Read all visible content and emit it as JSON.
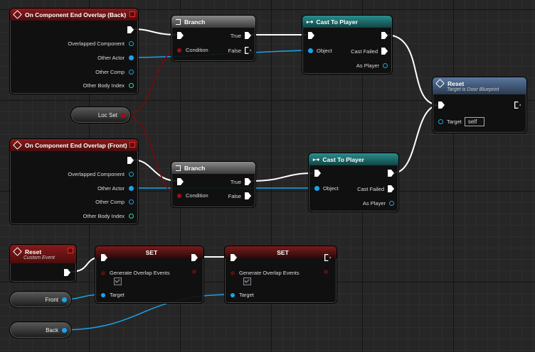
{
  "nodes": {
    "overlap_back": {
      "title": "On Component End Overlap (Back)",
      "pins": [
        "Overlapped Component",
        "Other Actor",
        "Other Comp",
        "Other Body Index"
      ]
    },
    "overlap_front": {
      "title": "On Component End Overlap (Front)",
      "pins": [
        "Overlapped Component",
        "Other Actor",
        "Other Comp",
        "Other Body Index"
      ]
    },
    "branch_top": {
      "title": "Branch",
      "condition": "Condition",
      "true_label": "True",
      "false_label": "False"
    },
    "branch_bottom": {
      "title": "Branch",
      "condition": "Condition",
      "true_label": "True",
      "false_label": "False"
    },
    "cast_top": {
      "title": "Cast To Player",
      "object": "Object",
      "cast_failed": "Cast Failed",
      "as_player": "As Player"
    },
    "cast_bottom": {
      "title": "Cast To Player",
      "object": "Object",
      "cast_failed": "Cast Failed",
      "as_player": "As Player"
    },
    "reset_call": {
      "title": "Reset",
      "subtitle": "Target is Door Blueprint",
      "target_label": "Target",
      "target_value": "self"
    },
    "reset_event": {
      "title": "Reset",
      "subtitle": "Custom Event"
    },
    "set_1": {
      "title": "SET",
      "property": "Generate Overlap Events",
      "target_label": "Target"
    },
    "set_2": {
      "title": "SET",
      "property": "Generate Overlap Events",
      "target_label": "Target"
    }
  },
  "variables": {
    "loc_set": "Loc Set",
    "front": "Front",
    "back": "Back"
  },
  "colors": {
    "exec": "#ffffff",
    "object_pin": "#1aa4e8",
    "bool_pin": "#a01010",
    "int_pin": "#3ad89a",
    "event_header": "#8a1a1a",
    "branch_header": "#8a8a8a",
    "cast_header": "#2a8e8e",
    "function_header": "#5a78a0"
  }
}
